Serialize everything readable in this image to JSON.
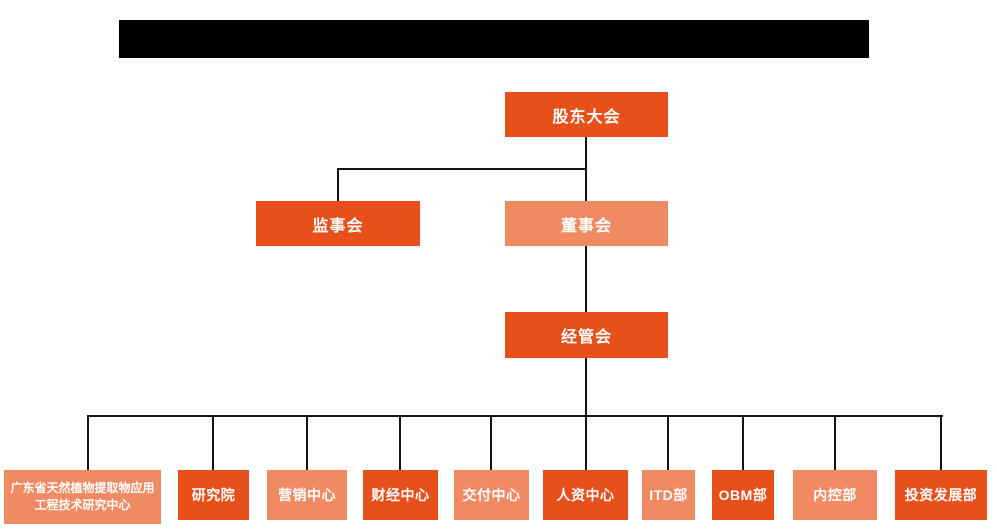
{
  "page": {
    "background": "#ffffff"
  },
  "header_bar": {
    "color": "#000000",
    "text": ""
  },
  "colors": {
    "primary_orange": "#E8501B",
    "secondary_salmon": "#EF8A62",
    "line_black": "#141414",
    "node_text": "#FFFFFF"
  },
  "org_chart": {
    "level1": [
      {
        "label": "股东大会",
        "variant": "primary"
      }
    ],
    "level2": [
      {
        "label": "监事会",
        "variant": "primary"
      },
      {
        "label": "董事会",
        "variant": "secondary"
      }
    ],
    "level3": [
      {
        "label": "经管会",
        "variant": "primary"
      }
    ],
    "departments": [
      {
        "label": "广东省天然植物提取物应用工程技术研究中心",
        "variant": "secondary"
      },
      {
        "label": "研究院",
        "variant": "primary"
      },
      {
        "label": "营销中心",
        "variant": "secondary"
      },
      {
        "label": "财经中心",
        "variant": "primary"
      },
      {
        "label": "交付中心",
        "variant": "secondary"
      },
      {
        "label": "人资中心",
        "variant": "primary"
      },
      {
        "label": "ITD部",
        "variant": "secondary"
      },
      {
        "label": "OBM部",
        "variant": "primary"
      },
      {
        "label": "内控部",
        "variant": "secondary"
      },
      {
        "label": "投资发展部",
        "variant": "primary"
      }
    ]
  }
}
